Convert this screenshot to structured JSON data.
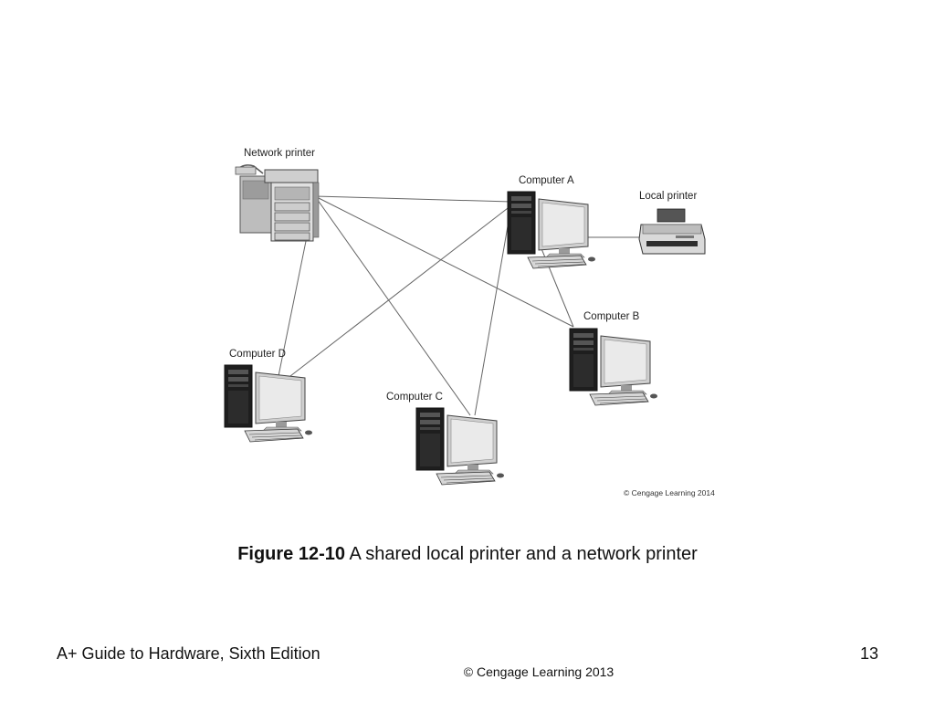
{
  "diagram": {
    "labels": {
      "network_printer": "Network printer",
      "computer_a": "Computer A",
      "local_printer": "Local printer",
      "computer_b": "Computer B",
      "computer_c": "Computer C",
      "computer_d": "Computer D"
    },
    "credit": "© Cengage Learning 2014"
  },
  "caption": {
    "figure_number": "Figure 12-10",
    "text": "A shared local printer and a network printer"
  },
  "footer": {
    "book_title": "A+ Guide to Hardware, Sixth Edition",
    "page_number": "13",
    "copyright": "© Cengage Learning  2013"
  },
  "colors": {
    "line": "#666666",
    "device_dark": "#2a2a2a",
    "device_light": "#d8d8d8"
  }
}
